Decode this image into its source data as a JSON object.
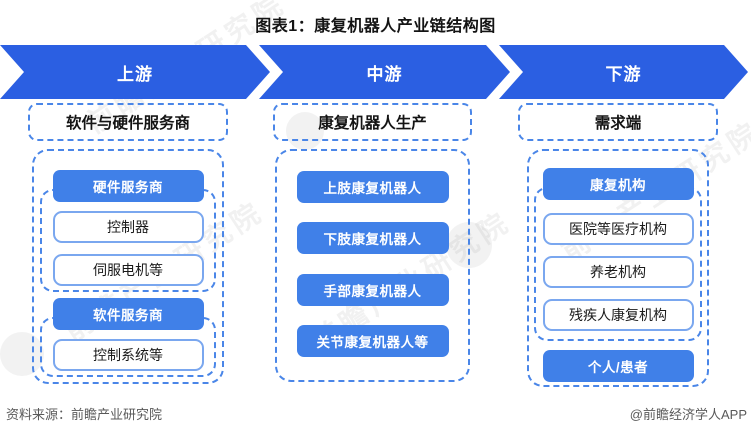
{
  "title": "图表1：康复机器人产业链结构图",
  "colors": {
    "arrow_blue": "#2b5fe2",
    "pill_blue": "#4080e8",
    "dashed_border_blue": "#4a86e8",
    "whitebox_border_blue": "#7aa7ef"
  },
  "flow": {
    "stages": [
      {
        "label": "上游"
      },
      {
        "label": "中游"
      },
      {
        "label": "下游"
      }
    ]
  },
  "columns": [
    {
      "header": "软件与硬件服务商",
      "groups": [
        {
          "pill": "硬件服务商",
          "items": [
            "控制器",
            "伺服电机等"
          ]
        },
        {
          "pill": "软件服务商",
          "items": [
            "控制系统等"
          ]
        }
      ]
    },
    {
      "header": "康复机器人生产",
      "pills": [
        "上肢康复机器人",
        "下肢康复机器人",
        "手部康复机器人",
        "关节康复机器人等"
      ]
    },
    {
      "header": "需求端",
      "groups": [
        {
          "pill": "康复机构",
          "items": [
            "医院等医疗机构",
            "养老机构",
            "残疾人康复机构"
          ]
        }
      ],
      "bottom_pill": "个人/患者"
    }
  ],
  "footer": {
    "source": "资料来源：前瞻产业研究院",
    "credit": "@前瞻经济学人APP"
  },
  "watermark": "前瞻产业研究院"
}
